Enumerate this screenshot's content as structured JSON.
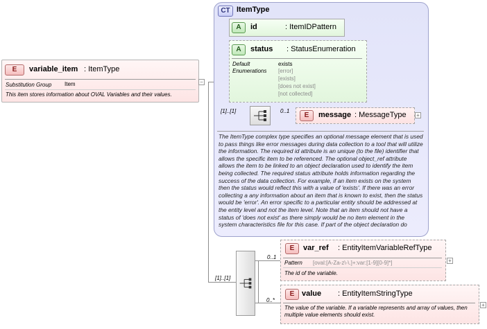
{
  "root": {
    "badge": "E",
    "name": "variable_item",
    "type": ": ItemType",
    "subst_label": "Substitution Group",
    "subst_value": "Item",
    "description": "This item stores information about OVAL Variables and their values."
  },
  "complex_type": {
    "badge": "CT",
    "name": "ItemType",
    "description": "The ItemType complex type specifies an optional message element that is used to pass things like error messages during data collection to a tool that will utilize the information. The required id attribute is an unique (to the file) identifier that allows the specific item to be referenced. The optional object_ref attribute allows the item to be linked to an object declaration used to identify the item being collected. The required status attribute holds information regarding the success of the data collection. For example, if an item exists on the system then the status would reflect this with a value of 'exists'. If there was an error collecting a any information about an item that is known to exist, then the status would be 'error'. An error specific to a particular entity should be addressed at the entity level and not the item level. Note that an item should not have a status of 'does not exist' as there simply would be no item element in the system characteristics file for this case. If part of the object declaration do",
    "attributes": [
      {
        "badge": "A",
        "name": "id",
        "type": ": ItemIDPattern"
      },
      {
        "badge": "A",
        "name": "status",
        "type": ": StatusEnumeration",
        "default_label": "Default\nEnumerations",
        "default_value": "exists",
        "enumerations": [
          "[error]",
          "[exists]",
          "[does not exist]",
          "[not collected]"
        ]
      }
    ],
    "message": {
      "badge": "E",
      "name": "message",
      "type": ": MessageType",
      "cardinality": "0..1"
    },
    "sequence_cardinality": "[1]..[1]"
  },
  "sequence_cardinality": "[1]..[1]",
  "children": [
    {
      "badge": "E",
      "name": "var_ref",
      "type": ": EntityItemVariableRefType",
      "cardinality": "0..1",
      "pattern_label": "Pattern",
      "pattern_value": "[oval:[A-Za-z\\-\\.]+:var:[1-9][0-9]*]",
      "description": "The id of the variable."
    },
    {
      "badge": "E",
      "name": "value",
      "type": ": EntityItemStringType",
      "cardinality": "0..*",
      "description": "The value of the variable. If a variable represents and array of values, then multiple value elements should exist."
    }
  ]
}
